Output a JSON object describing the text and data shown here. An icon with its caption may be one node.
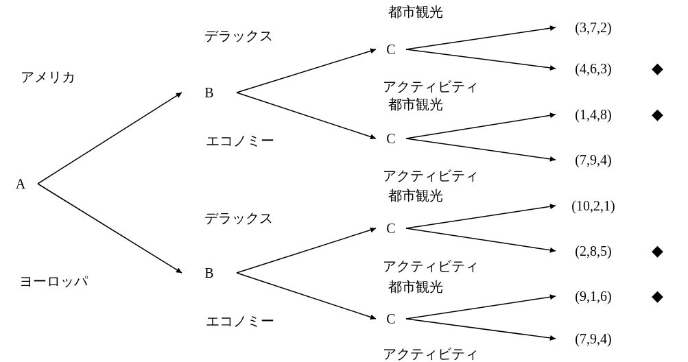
{
  "diagram": {
    "nodes": [
      {
        "text": [
          "A"
        ]
      },
      {
        "text": [
          "B"
        ]
      },
      {
        "text": [
          "B"
        ]
      },
      {
        "text": [
          "C"
        ]
      },
      {
        "text": [
          "C"
        ]
      },
      {
        "text": [
          "C"
        ]
      },
      {
        "text": [
          "C"
        ]
      },
      {
        "text": [
          "(3,7,2)"
        ]
      },
      {
        "text": [
          "(4,6,3)"
        ],
        "beside": [
          "◆"
        ]
      },
      {
        "text": [
          "(1,4,8)"
        ],
        "beside": [
          "◆"
        ]
      },
      {
        "text": [
          "(7,9,4)"
        ]
      },
      {
        "text": [
          "(10,2,1)"
        ]
      },
      {
        "text": [
          "(2,8,5)"
        ],
        "beside": [
          "◆"
        ]
      },
      {
        "text": [
          "(9,1,6)"
        ],
        "beside": [
          "◆"
        ]
      },
      {
        "text": [
          "(7,9,4)"
        ]
      }
    ],
    "edges": [
      {
        "from": 0,
        "to": 1,
        "arrow": "to",
        "label": "アメリカ"
      },
      {
        "from": 0,
        "to": 2,
        "arrow": "to",
        "label": "ヨーロッパ"
      },
      {
        "from": 1,
        "to": 3,
        "arrow": "to",
        "label": "デラックス"
      },
      {
        "from": 1,
        "to": 4,
        "arrow": "to",
        "label": "エコノミー"
      },
      {
        "from": 2,
        "to": 5,
        "arrow": "to",
        "label": "デラックス"
      },
      {
        "from": 2,
        "to": 6,
        "arrow": "to",
        "label": "エコノミー"
      },
      {
        "from": 3,
        "to": 7,
        "arrow": "to",
        "label": "都市観光"
      },
      {
        "from": 3,
        "to": 8,
        "arrow": "to",
        "label": "アクティビティ"
      },
      {
        "from": 4,
        "to": 9,
        "arrow": "to",
        "label": "都市観光"
      },
      {
        "from": 4,
        "to": 10,
        "arrow": "to",
        "label": "アクティビティ"
      },
      {
        "from": 5,
        "to": 11,
        "arrow": "to",
        "label": "都市観光"
      },
      {
        "from": 5,
        "to": 12,
        "arrow": "to",
        "label": "アクティビティ"
      },
      {
        "from": 6,
        "to": 13,
        "arrow": "to",
        "label": "都市観光"
      },
      {
        "from": 6,
        "to": 14,
        "arrow": "to",
        "label": "アクティビティ"
      }
    ]
  }
}
